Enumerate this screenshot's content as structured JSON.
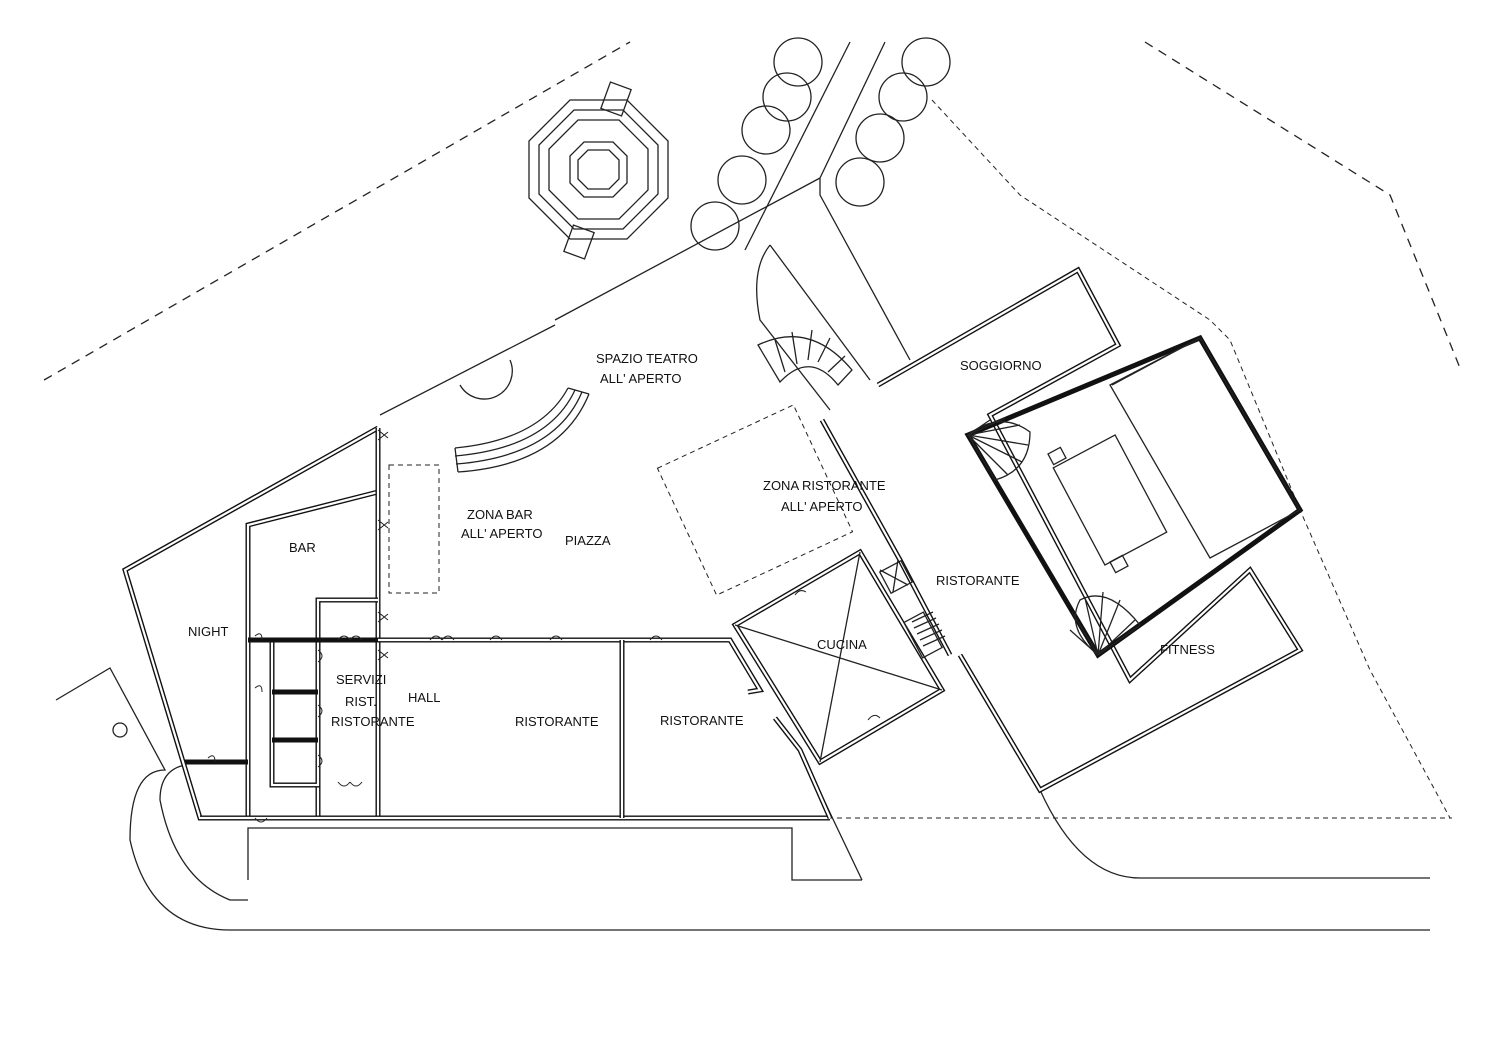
{
  "labels": {
    "spazio_teatro_1": "SPAZIO TEATRO",
    "spazio_teatro_2": "ALL' APERTO",
    "soggiorno": "SOGGIORNO",
    "zona_ristorante_1": "ZONA RISTORANTE",
    "zona_ristorante_2": "ALL' APERTO",
    "zona_bar_1": "ZONA BAR",
    "zona_bar_2": "ALL' APERTO",
    "piazza": "PIAZZA",
    "bar": "BAR",
    "night": "NIGHT",
    "servizi": "SERVIZI",
    "rist": "RIST.",
    "ristorante_servizi": "RISTORANTE",
    "hall": "HALL",
    "ristorante_1": "RISTORANTE",
    "ristorante_2": "RISTORANTE",
    "cucina": "CUCINA",
    "ristorante_3": "RISTORANTE",
    "fitness": "FITNESS"
  }
}
